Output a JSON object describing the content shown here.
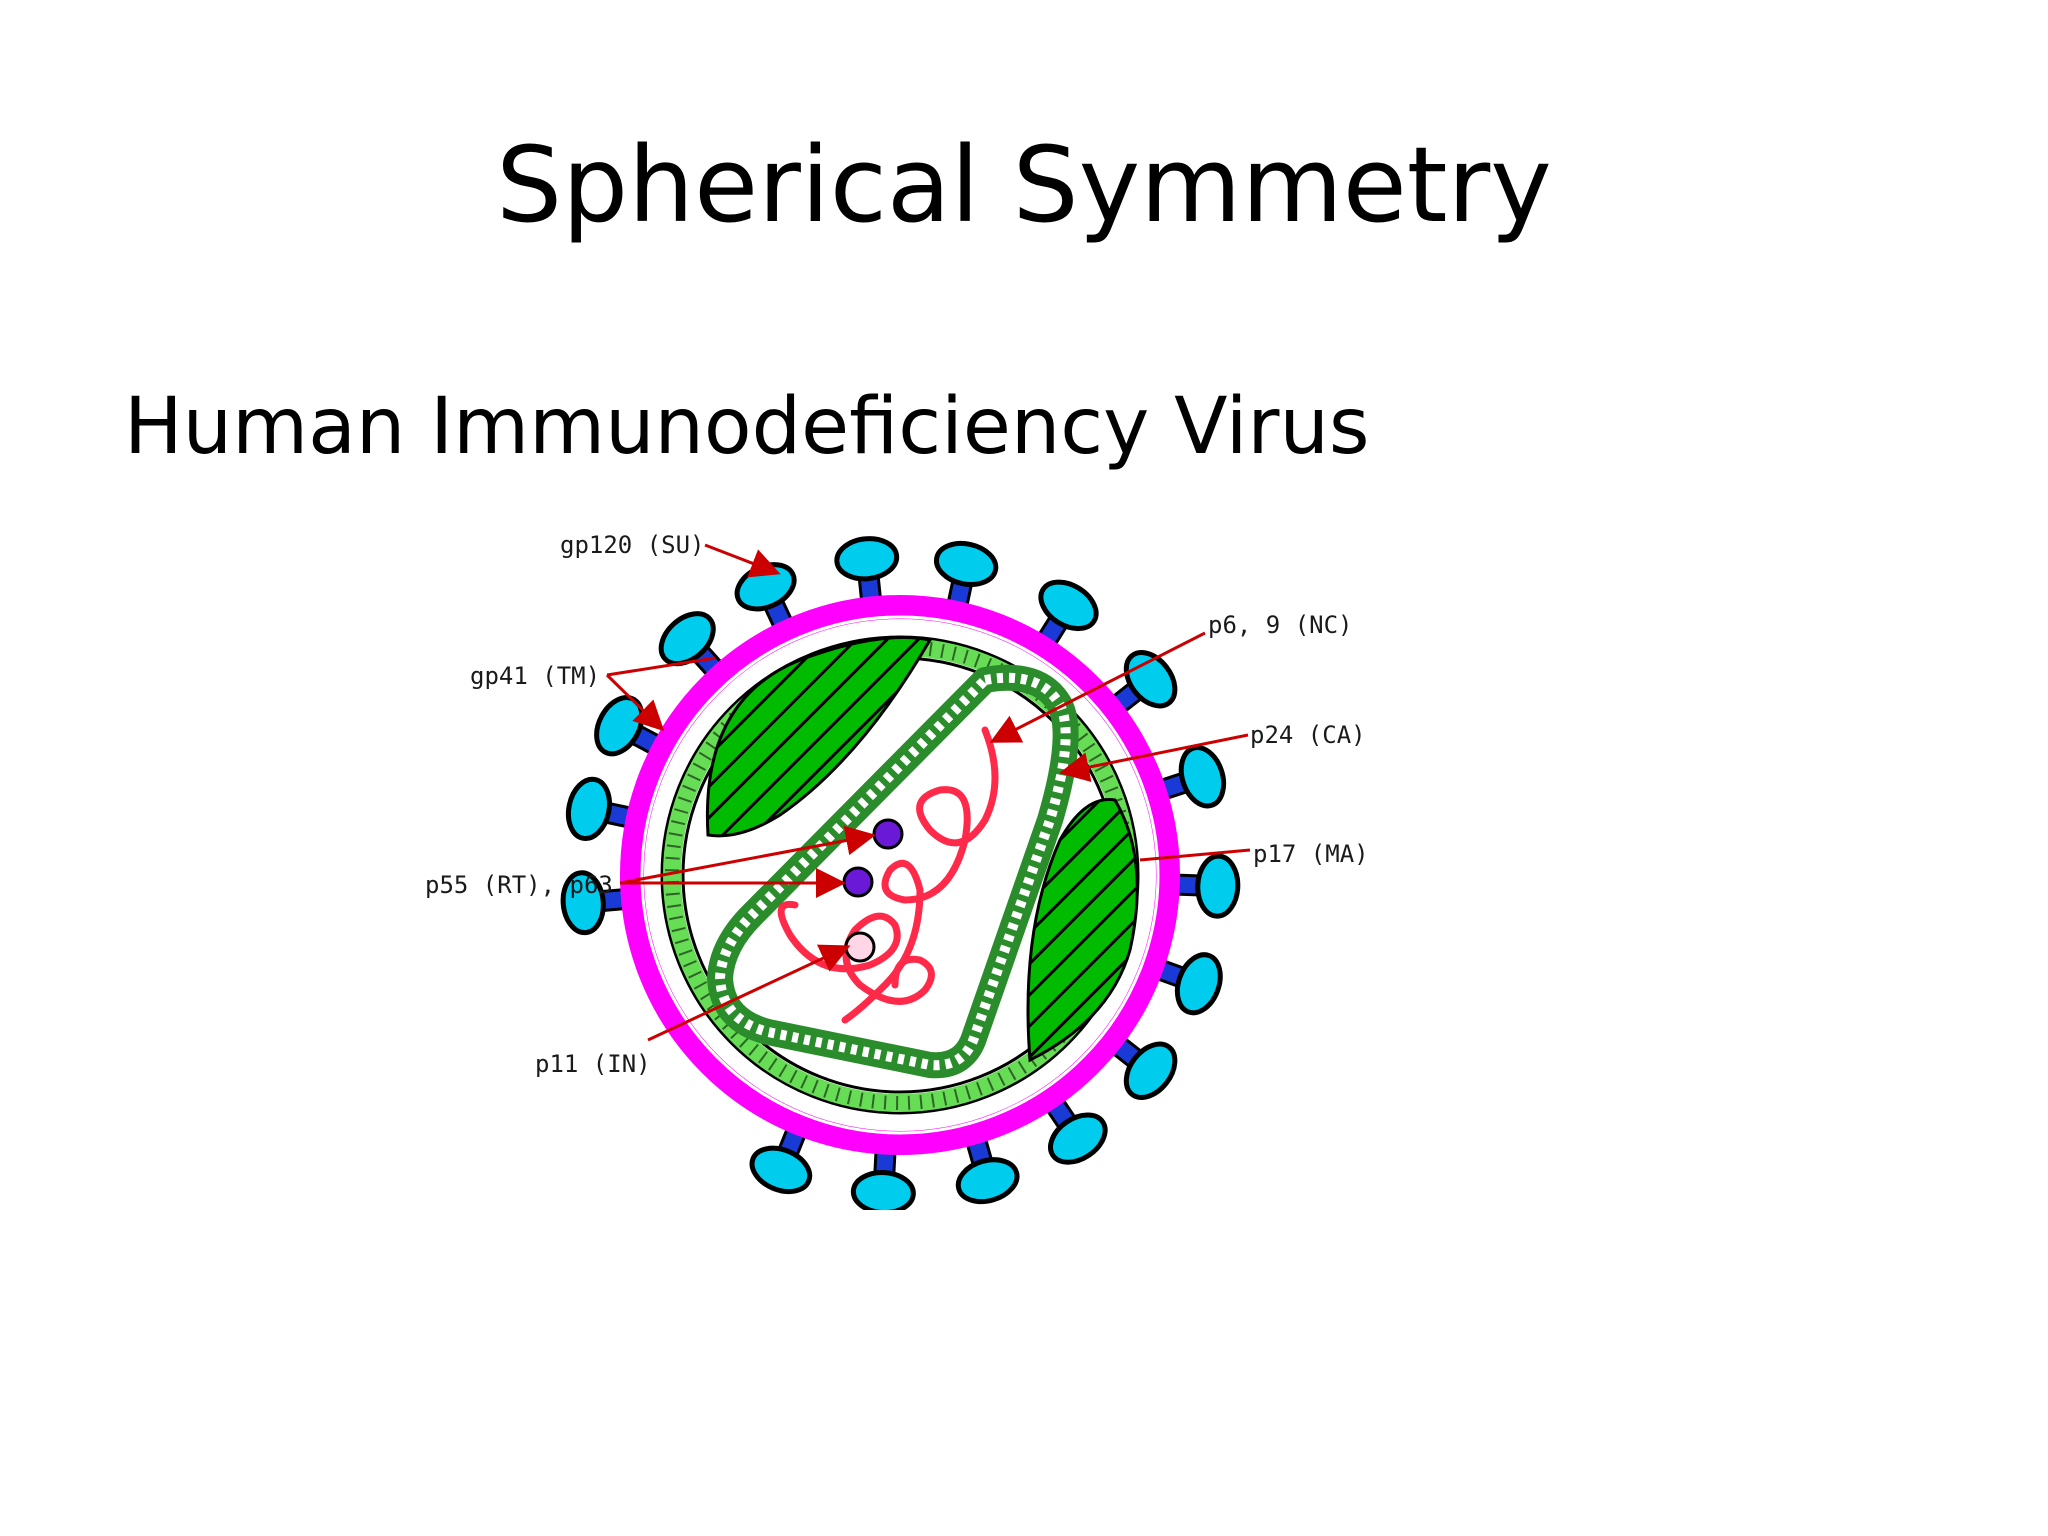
{
  "slide": {
    "title": "Spherical Symmetry",
    "subtitle": "Human Immunodeficiency Virus"
  },
  "diagram": {
    "labels": {
      "gp120": "gp120 (SU)",
      "gp41": "gp41 (TM)",
      "p55": "p55 (RT), p63",
      "p11": "p11 (IN)",
      "p6": "p6, 9 (NC)",
      "p24": "p24 (CA)",
      "p17": "p17 (MA)"
    },
    "colors": {
      "envelope": "#ff00ff",
      "spike_head": "#00ccee",
      "spike_stem": "#1a3ad6",
      "matrix": "#66dd55",
      "lateral_body": "#00bb00",
      "capsid": "#2a8c2a",
      "rna": "#ff2a4a",
      "enzyme": "#6a1ad6",
      "integrase": "#ffd6e6",
      "arrow": "#cc0000"
    }
  }
}
